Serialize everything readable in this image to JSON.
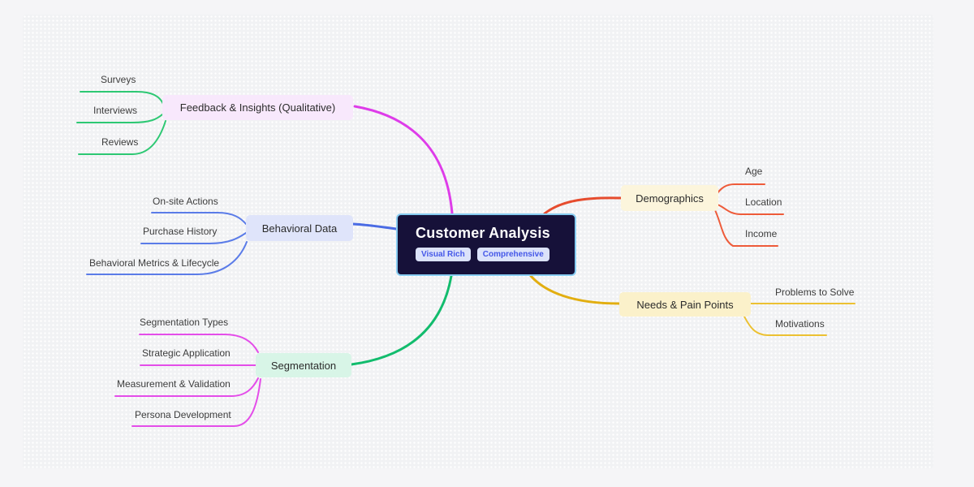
{
  "canvas": {
    "outer_bg": "#f5f5f7",
    "panel_bg": "#f1f2f4",
    "dot_color": "#ffffff"
  },
  "center": {
    "title": "Customer Analysis",
    "badges": [
      "Visual Rich",
      "Comprehensive"
    ],
    "colors": {
      "bg": "#161139",
      "border": "#87ccf1",
      "title_text": "#ffffff",
      "badge_bg": "#dbe2fa",
      "badge_text": "#4457e8"
    }
  },
  "branches": [
    {
      "label": "Feedback & Insights (Qualitative)",
      "node_bg": "#f8e8fc",
      "line_color": "#de3ce9",
      "child_line_color": "#2dc873",
      "children": [
        "Surveys",
        "Interviews",
        "Reviews"
      ]
    },
    {
      "label": "Behavioral Data",
      "node_bg": "#dfe4fa",
      "line_color": "#4a6be4",
      "child_line_color": "#5b7ce8",
      "children": [
        "On-site Actions",
        "Purchase History",
        "Behavioral Metrics & Lifecycle"
      ]
    },
    {
      "label": "Segmentation",
      "node_bg": "#d8f5e7",
      "line_color": "#12bc6d",
      "child_line_color": "#e44de9",
      "children": [
        "Segmentation Types",
        "Strategic Application",
        "Measurement & Validation",
        "Persona Development"
      ]
    },
    {
      "label": "Demographics",
      "node_bg": "#fcf5dc",
      "line_color": "#e64c2e",
      "child_line_color": "#ee5b3a",
      "children": [
        "Age",
        "Location",
        "Income"
      ]
    },
    {
      "label": "Needs & Pain Points",
      "node_bg": "#fbf1ca",
      "line_color": "#e2ae10",
      "child_line_color": "#ecc132",
      "children": [
        "Problems to Solve",
        "Motivations"
      ]
    }
  ]
}
